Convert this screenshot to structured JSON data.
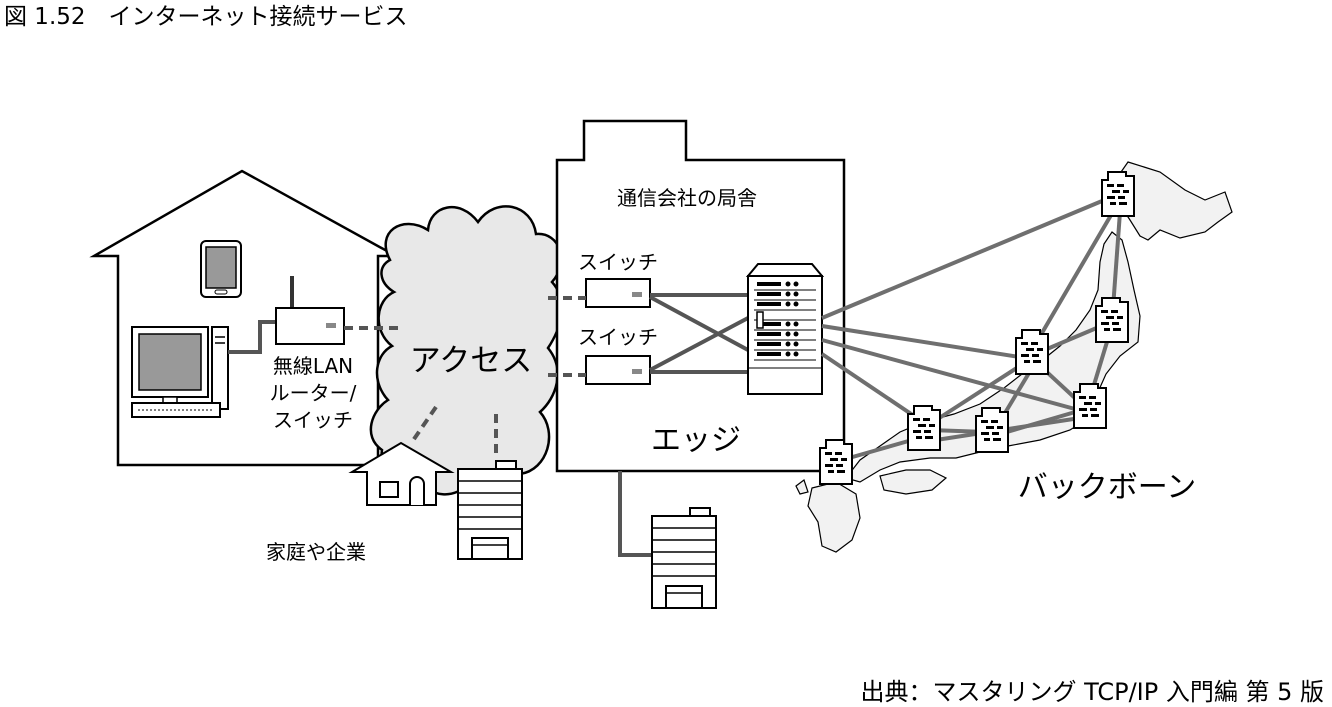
{
  "figure": {
    "title": "図 1.52　インターネット接続サービス",
    "source": "出典：マスタリング TCP/IP 入門編 第 5 版"
  },
  "labels": {
    "wireless_line1": "無線LAN",
    "wireless_line2": "ルーター/",
    "wireless_line3": "スイッチ",
    "access": "アクセス",
    "home_business": "家庭や企業",
    "carrier_office": "通信会社の局舎",
    "switch_top": "スイッチ",
    "switch_bottom": "スイッチ",
    "edge": "エッジ",
    "backbone": "バックボーン"
  },
  "colors": {
    "line": "#000000",
    "link": "#6f6f6f",
    "cloud_fill": "#e8e8e8",
    "map_fill": "#f2f2f2",
    "device_fill": "#d9d9d9"
  }
}
